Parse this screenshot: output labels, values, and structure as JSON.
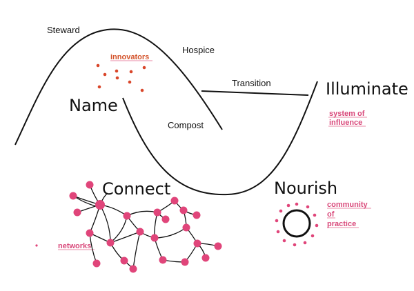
{
  "labels": {
    "steward": "Steward",
    "hospice": "Hospice",
    "transition": "Transition",
    "compost": "Compost",
    "name": "Name",
    "illuminate": "Illuminate",
    "connect": "Connect",
    "nourish": "Nourish"
  },
  "notes": {
    "innovators": "innovators",
    "system_of_influence": [
      "system of",
      "influence"
    ],
    "community_of_practice": [
      "community",
      "of",
      "practice"
    ],
    "networks": "networks"
  },
  "colors": {
    "line": "#111111",
    "network_node": "#e0457a",
    "innovator_dot": "#d9462a",
    "note_text": "#d9487a",
    "innovator_text": "#d4542c"
  }
}
